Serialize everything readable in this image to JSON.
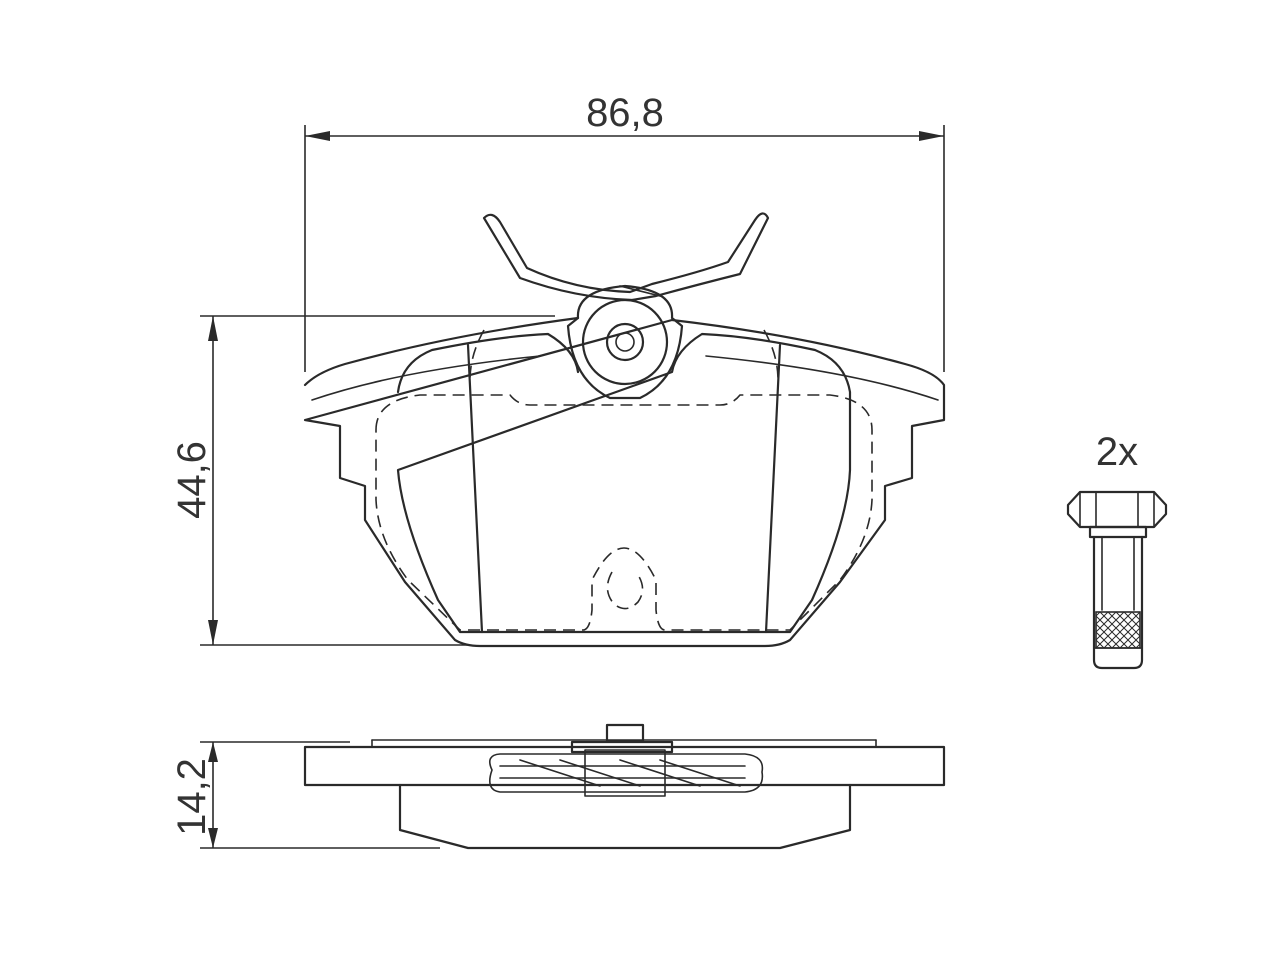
{
  "dimensions": {
    "width": "86,8",
    "height": "44,6",
    "thickness": "14,2"
  },
  "quantity_label": "2x",
  "colors": {
    "line": "#2a2a2a",
    "text": "#333333",
    "background": "#ffffff"
  }
}
